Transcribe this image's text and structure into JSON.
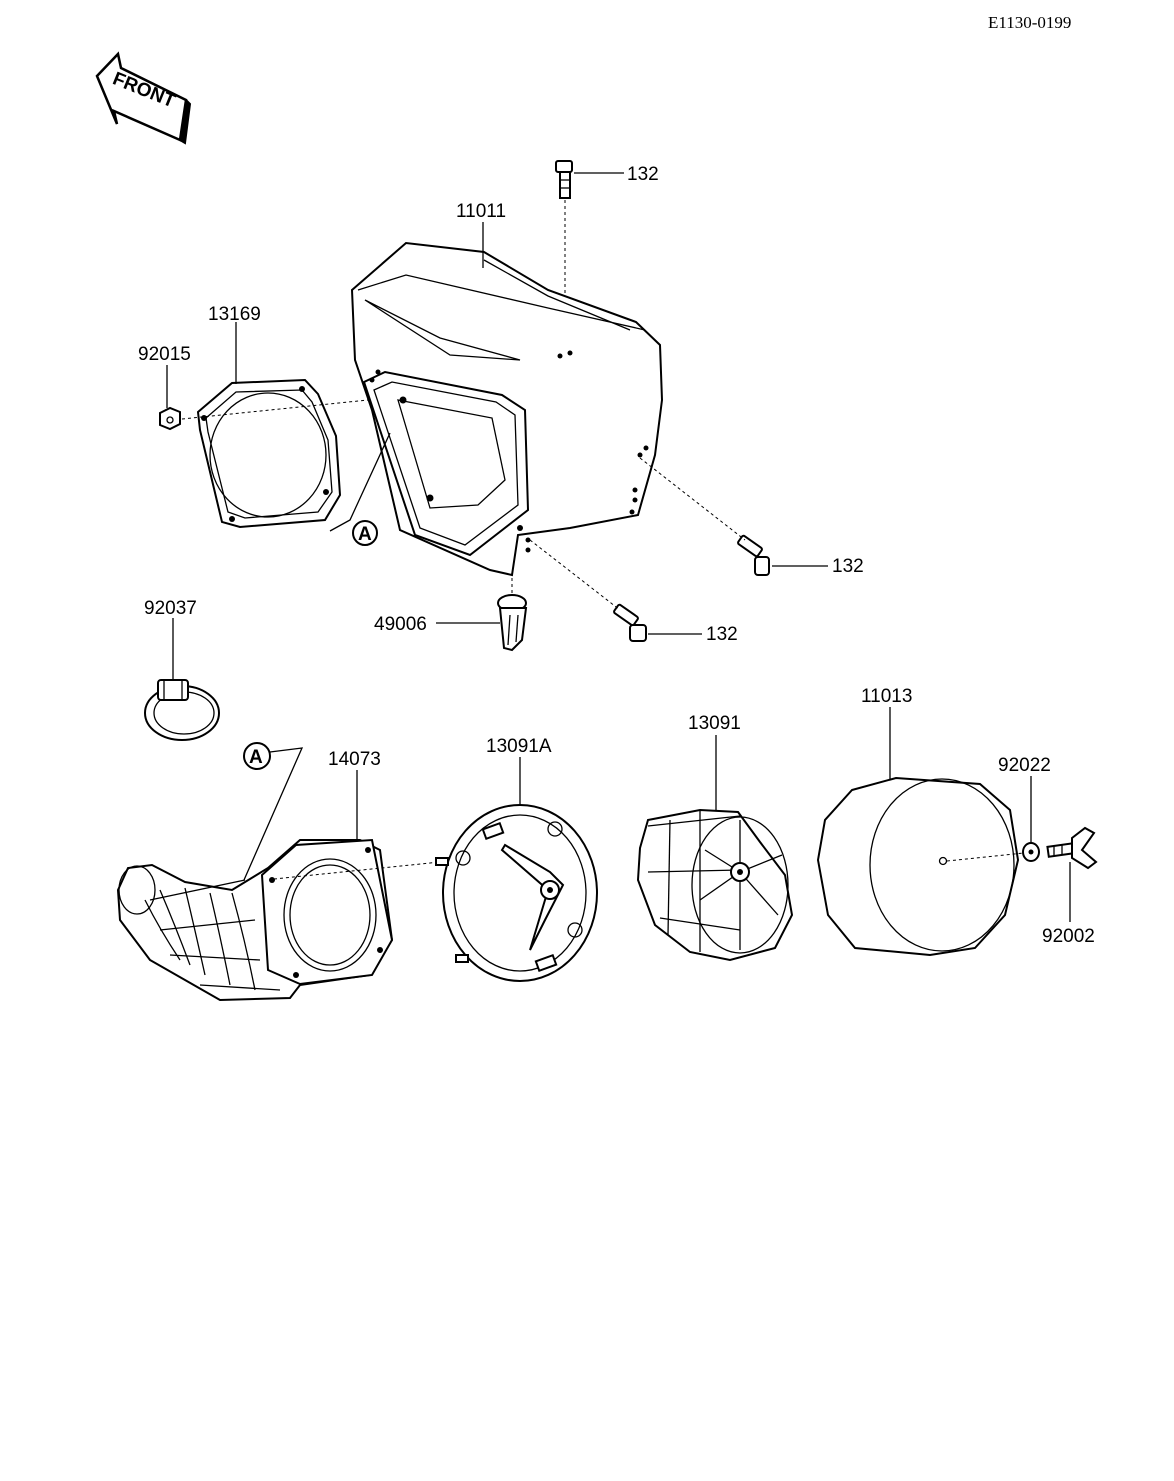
{
  "diagram": {
    "reference_code": "E1130-0199",
    "front_label": "FRONT",
    "marker_label": "A",
    "parts": {
      "bolt_top": "132",
      "air_cleaner_housing": "11011",
      "gasket": "13169",
      "nut": "92015",
      "bolt_right": "132",
      "bolt_lower": "132",
      "drain_cap": "49006",
      "clamp": "92037",
      "duct": "14073",
      "element_holder_a": "13091A",
      "element_holder": "13091",
      "element": "11013",
      "washer": "92022",
      "wing_bolt": "92002"
    }
  }
}
